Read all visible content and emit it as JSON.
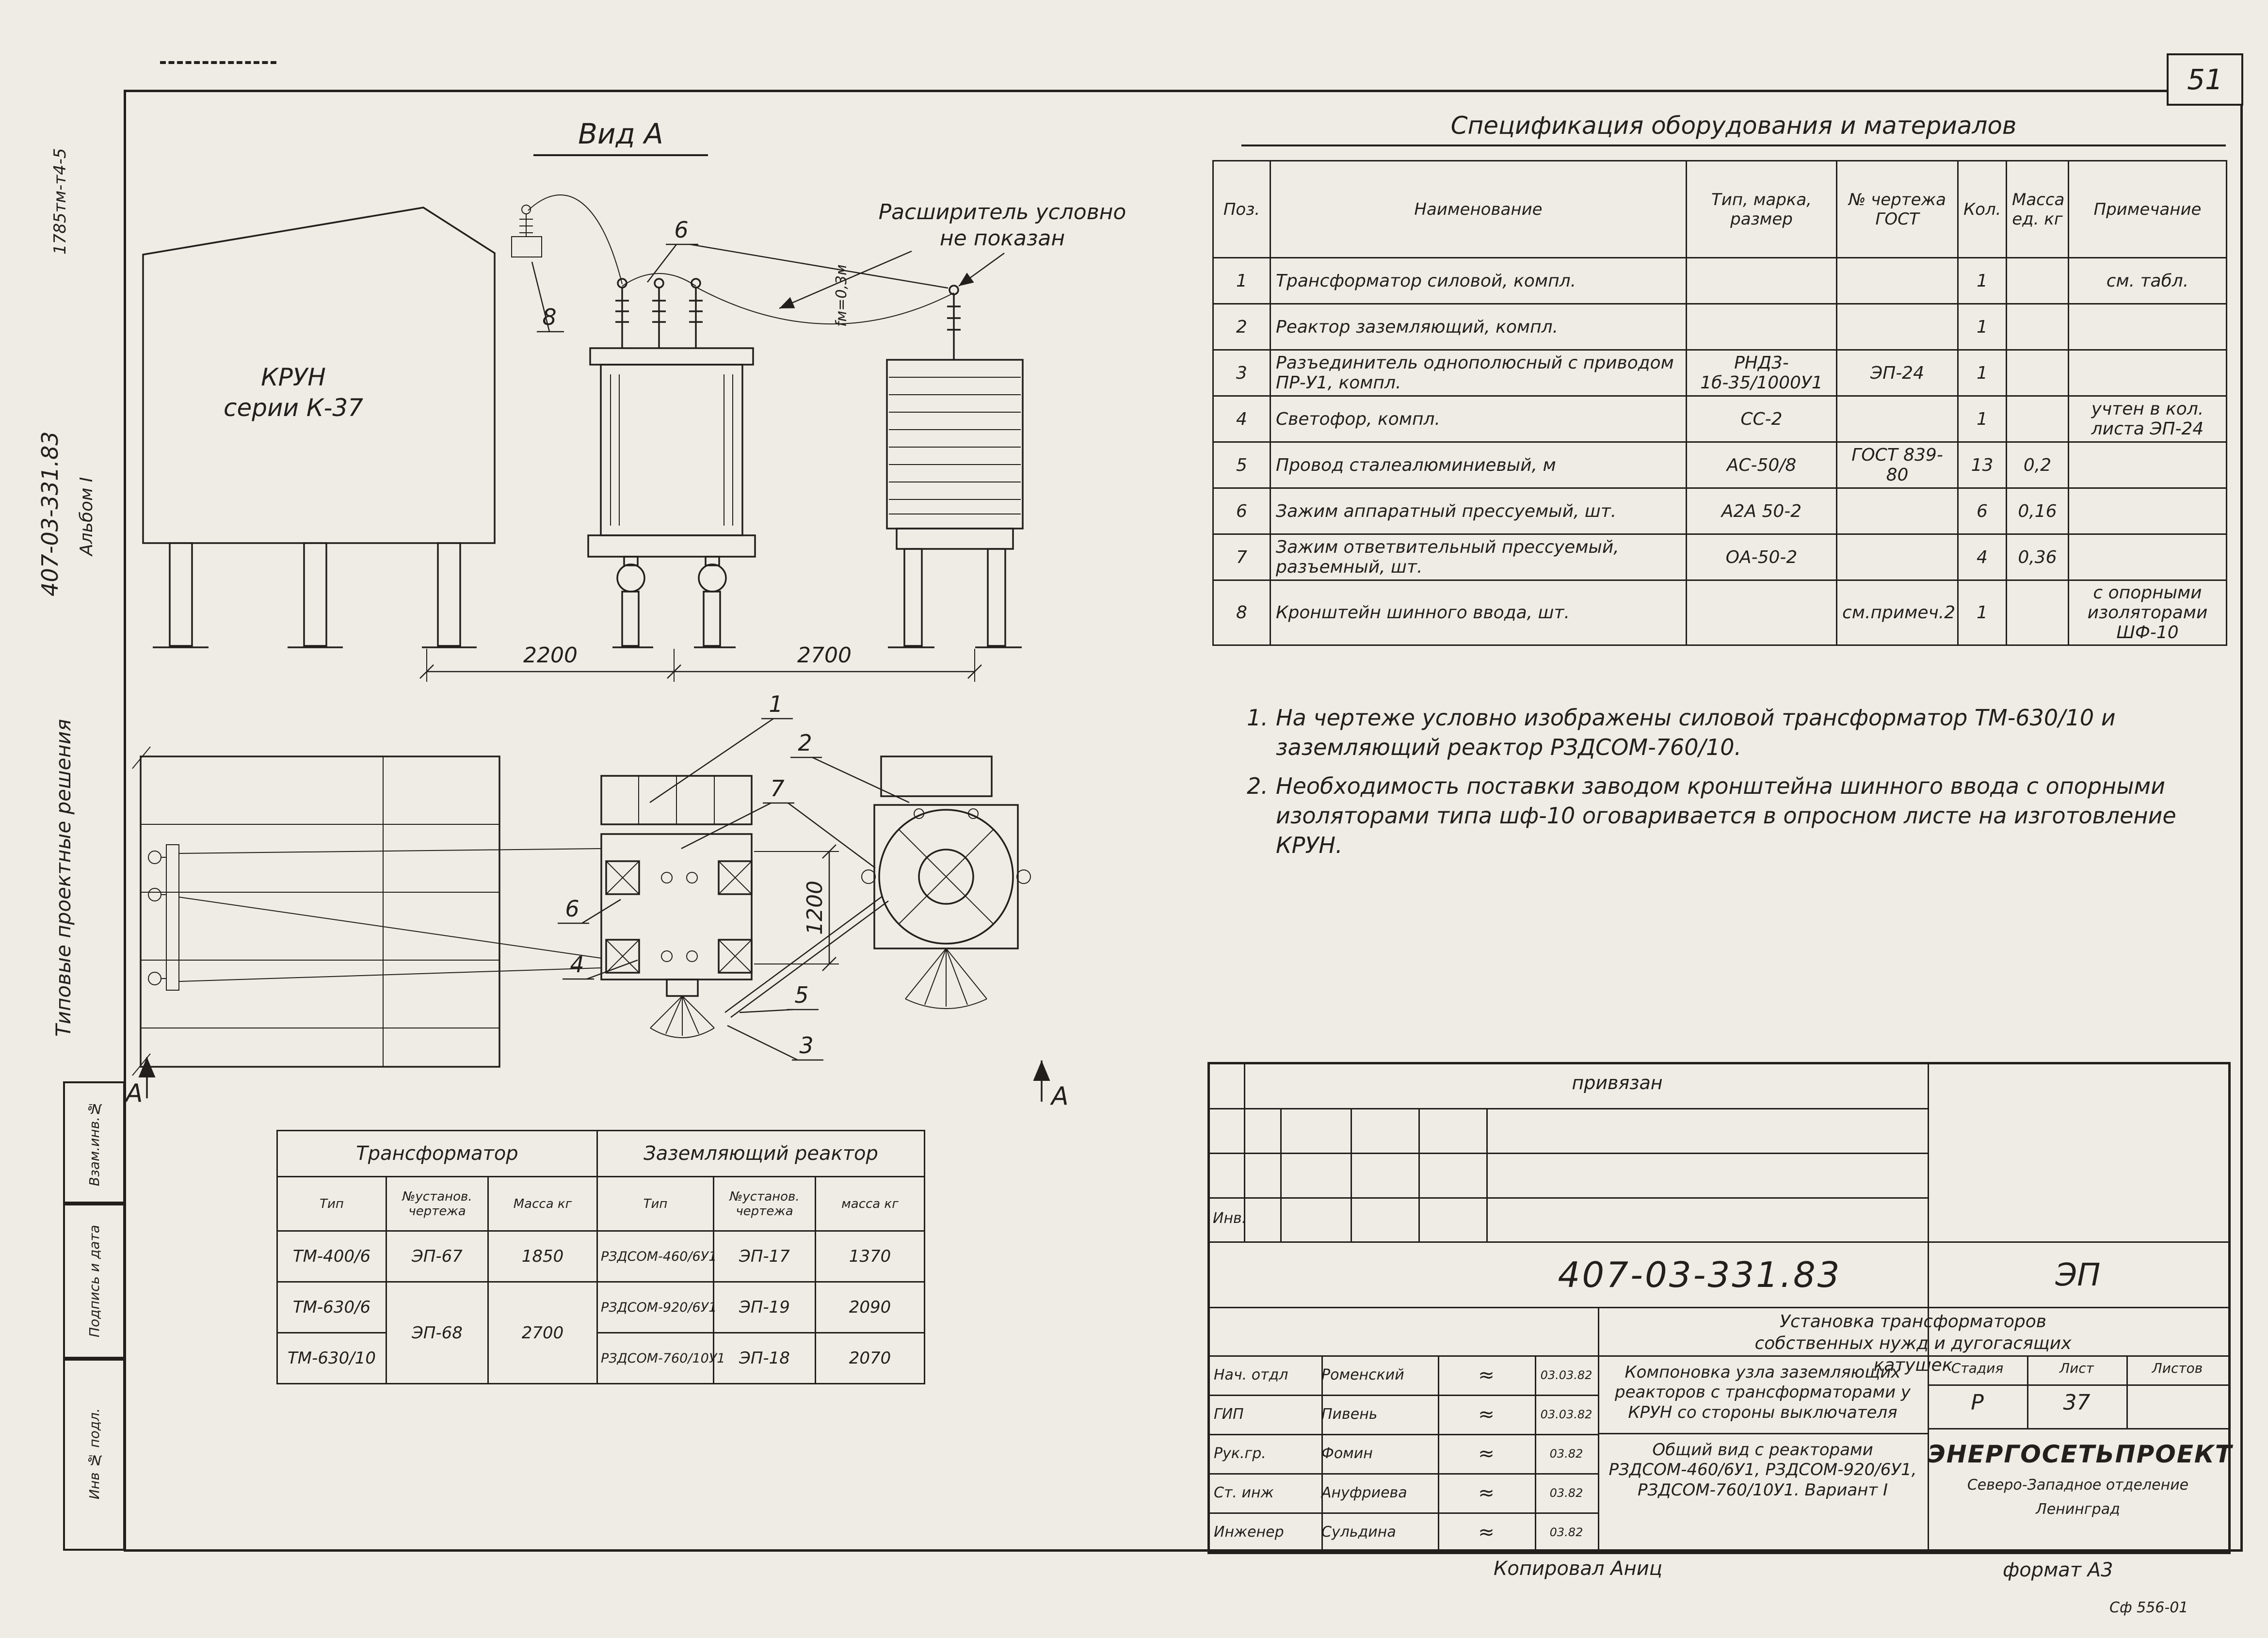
{
  "page": {
    "sheet_number": "51",
    "copied_by": "Копировал Аниц",
    "format_note": "формат А3",
    "form_code": "Сф 556-01"
  },
  "margin": {
    "doc_ref": "1785тм-т4-5",
    "doc_number": "407-03-331.83",
    "album": "Альбом I",
    "series": "Типовые проектные решения",
    "box_vzam": "Взам.инв.№",
    "box_podpis": "Подпись и дата",
    "box_inv": "Инв № подл."
  },
  "view_a": {
    "title": "Вид А",
    "krun_line1": "КРУН",
    "krun_line2": "серии К-37",
    "annotation_line1": "Расширитель условно",
    "annotation_line2": "не показан",
    "callout_6": "6",
    "callout_8": "8",
    "dim_left": "2200",
    "dim_right": "2700",
    "sag_note": "fм=0,3м"
  },
  "plan": {
    "callout_1": "1",
    "callout_2": "2",
    "callout_3": "3",
    "callout_4": "4",
    "callout_5": "5",
    "callout_6": "6",
    "callout_7": "7",
    "dim_vertical": "1200",
    "section_left": "А",
    "section_right": "А"
  },
  "spec": {
    "title": "Спецификация оборудования и материалов",
    "headers": {
      "pos": "Поз.",
      "name": "Наименование",
      "type": "Тип, марка, размер",
      "gost": "№ чертежа ГОСТ",
      "qty": "Кол.",
      "mass": "Масса ед. кг",
      "note": "Примечание"
    },
    "rows": [
      {
        "pos": "1",
        "name": "Трансформатор силовой, компл.",
        "type": "",
        "gost": "",
        "qty": "1",
        "mass": "",
        "note": "см. табл."
      },
      {
        "pos": "2",
        "name": "Реактор заземляющий, компл.",
        "type": "",
        "gost": "",
        "qty": "1",
        "mass": "",
        "note": ""
      },
      {
        "pos": "3",
        "name": "Разъединитель однополюсный с приводом ПР-У1, компл.",
        "type": "РНД3-1б-35/1000У1",
        "gost": "ЭП-24",
        "qty": "1",
        "mass": "",
        "note": ""
      },
      {
        "pos": "4",
        "name": "Светофор, компл.",
        "type": "СС-2",
        "gost": "",
        "qty": "1",
        "mass": "",
        "note": "учтен в кол. листа ЭП-24"
      },
      {
        "pos": "5",
        "name": "Провод сталеалюминиевый, м",
        "type": "АС-50/8",
        "gost": "ГОСТ 839-80",
        "qty": "13",
        "mass": "0,2",
        "note": ""
      },
      {
        "pos": "6",
        "name": "Зажим аппаратный прессуемый, шт.",
        "type": "А2А 50-2",
        "gost": "",
        "qty": "6",
        "mass": "0,16",
        "note": ""
      },
      {
        "pos": "7",
        "name": "Зажим ответвительный прессуемый, разъемный, шт.",
        "type": "ОА-50-2",
        "gost": "",
        "qty": "4",
        "mass": "0,36",
        "note": ""
      },
      {
        "pos": "8",
        "name": "Кронштейн шинного ввода, шт.",
        "type": "",
        "gost": "см.примеч.2",
        "qty": "1",
        "mass": "",
        "note": "с опорными изоляторами ШФ-10"
      }
    ]
  },
  "notes": {
    "items": [
      {
        "num": "1.",
        "text": "На чертеже условно изображены силовой трансформатор ТМ-630/10 и заземляющий реактор РЗДСОМ-760/10."
      },
      {
        "num": "2.",
        "text": "Необходимость поставки заводом кронштейна шинного ввода с опорными изоляторами типа шф-10 оговаривается в опросном листе на изготовление КРУН."
      }
    ]
  },
  "equipment": {
    "group_transformer": "Трансформатор",
    "group_reactor": "Заземляющий реактор",
    "h_type": "Тип",
    "h_sheet": "№установ. чертежа",
    "h_mass": "Масса кг",
    "h_mass_lower": "масса кг",
    "r1": {
      "t_type": "ТМ-400/6",
      "t_sheet": "ЭП-67",
      "t_mass": "1850",
      "r_type": "РЗДСОМ-460/6У1",
      "r_sheet": "ЭП-17",
      "r_mass": "1370"
    },
    "r2": {
      "t_type": "ТМ-630/6",
      "t_sheet": "ЭП-68",
      "t_mass": "2700",
      "r_type": "РЗДСОМ-920/6У1",
      "r_sheet": "ЭП-19",
      "r_mass": "2090"
    },
    "r3": {
      "t_type": "ТМ-630/10",
      "r_type": "РЗДСОМ-760/10У1",
      "r_sheet": "ЭП-18",
      "r_mass": "2070"
    }
  },
  "title_block": {
    "linked_note": "привязан",
    "inv_label": "Инв.",
    "doc_number": "407-03-331.83",
    "doc_code": "ЭП",
    "doc_title": "Установка трансформаторов собственных нужд и дугогасящих катушек",
    "signatures": [
      {
        "role": "Нач. отдл",
        "name": "Роменский",
        "sig": "≈",
        "date": "03.03.82"
      },
      {
        "role": "ГИП",
        "name": "Пивень",
        "sig": "≈",
        "date": "03.03.82"
      },
      {
        "role": "Рук.гр.",
        "name": "Фомин",
        "sig": "≈",
        "date": "03.82"
      },
      {
        "role": "Ст. инж",
        "name": "Ануфриева",
        "sig": "≈",
        "date": "03.82"
      },
      {
        "role": "Инженер",
        "name": "Сульдина",
        "sig": "≈",
        "date": "03.82"
      }
    ],
    "description_1": "Компоновка узла заземляющих реакторов с трансформаторами у КРУН со стороны выключателя",
    "description_2": "Общий вид с реакторами РЗДСОМ-460/6У1, РЗДСОМ-920/6У1, РЗДСОМ-760/10У1. Вариант I",
    "stage_label": "Стадия",
    "sheet_label": "Лист",
    "sheets_label": "Листов",
    "stage": "Р",
    "sheet": "37",
    "sheets": "",
    "org_name": "ЭНЕРГОСЕТЬПРОЕКТ",
    "org_branch": "Северо-Западное отделение",
    "org_city": "Ленинград"
  }
}
